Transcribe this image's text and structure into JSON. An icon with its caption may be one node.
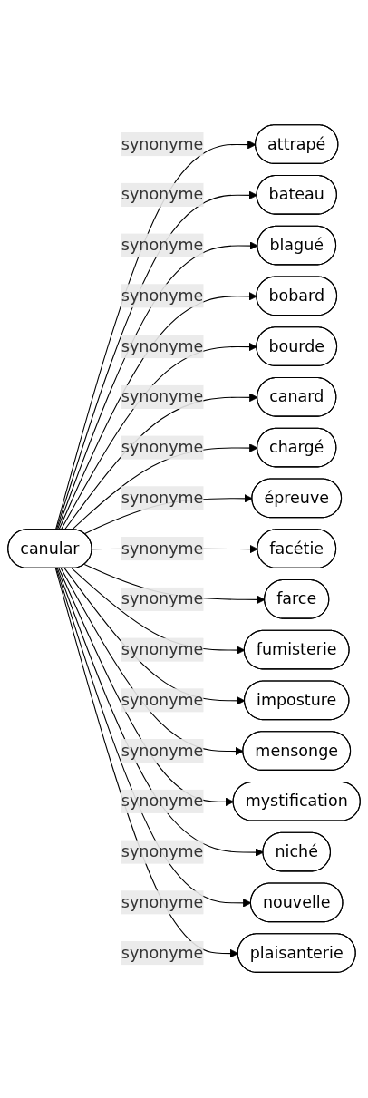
{
  "diagram": {
    "nodes": [
      {
        "text": [
          "canular"
        ]
      },
      {
        "text": [
          "attrapé"
        ]
      },
      {
        "text": [
          "bateau"
        ]
      },
      {
        "text": [
          "blagué"
        ]
      },
      {
        "text": [
          "bobard"
        ]
      },
      {
        "text": [
          "bourde"
        ]
      },
      {
        "text": [
          "canard"
        ]
      },
      {
        "text": [
          "chargé"
        ]
      },
      {
        "text": [
          "épreuve"
        ]
      },
      {
        "text": [
          "facétie"
        ]
      },
      {
        "text": [
          "farce"
        ]
      },
      {
        "text": [
          "fumisterie"
        ]
      },
      {
        "text": [
          "imposture"
        ]
      },
      {
        "text": [
          "mensonge"
        ]
      },
      {
        "text": [
          "mystification"
        ]
      },
      {
        "text": [
          "niché"
        ]
      },
      {
        "text": [
          "nouvelle"
        ]
      },
      {
        "text": [
          "plaisanterie"
        ]
      }
    ],
    "edges": [
      {
        "from": 0,
        "to": 1,
        "arrow": "to",
        "label": "synonyme"
      },
      {
        "from": 0,
        "to": 2,
        "arrow": "to",
        "label": "synonyme"
      },
      {
        "from": 0,
        "to": 3,
        "arrow": "to",
        "label": "synonyme"
      },
      {
        "from": 0,
        "to": 4,
        "arrow": "to",
        "label": "synonyme"
      },
      {
        "from": 0,
        "to": 5,
        "arrow": "to",
        "label": "synonyme"
      },
      {
        "from": 0,
        "to": 6,
        "arrow": "to",
        "label": "synonyme"
      },
      {
        "from": 0,
        "to": 7,
        "arrow": "to",
        "label": "synonyme"
      },
      {
        "from": 0,
        "to": 8,
        "arrow": "to",
        "label": "synonyme"
      },
      {
        "from": 0,
        "to": 9,
        "arrow": "to",
        "label": "synonyme"
      },
      {
        "from": 0,
        "to": 10,
        "arrow": "to",
        "label": "synonyme"
      },
      {
        "from": 0,
        "to": 11,
        "arrow": "to",
        "label": "synonyme"
      },
      {
        "from": 0,
        "to": 12,
        "arrow": "to",
        "label": "synonyme"
      },
      {
        "from": 0,
        "to": 13,
        "arrow": "to",
        "label": "synonyme"
      },
      {
        "from": 0,
        "to": 14,
        "arrow": "to",
        "label": "synonyme"
      },
      {
        "from": 0,
        "to": 15,
        "arrow": "to",
        "label": "synonyme"
      },
      {
        "from": 0,
        "to": 16,
        "arrow": "to",
        "label": "synonyme"
      },
      {
        "from": 0,
        "to": 17,
        "arrow": "to",
        "label": "synonyme"
      }
    ]
  }
}
